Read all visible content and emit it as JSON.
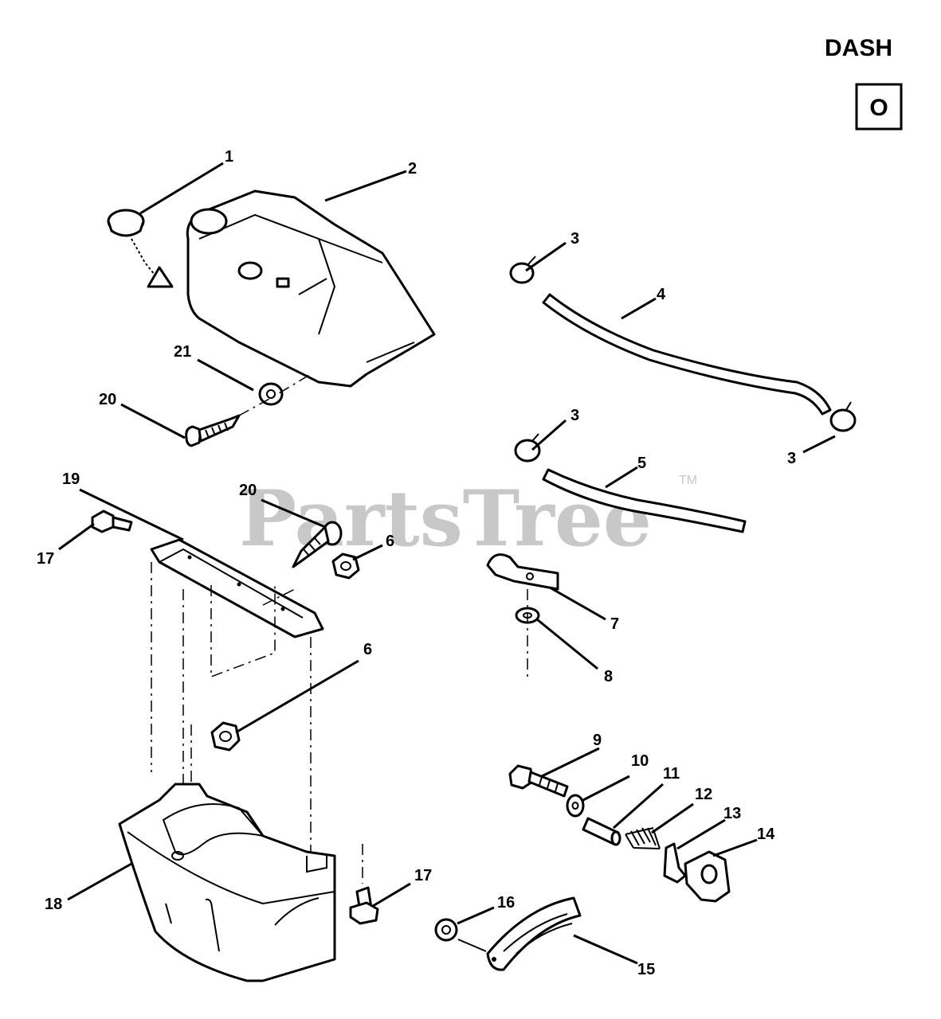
{
  "header": {
    "section": "DASH",
    "badge": "O"
  },
  "watermark": {
    "text": "PartsTree",
    "mark": "TM"
  },
  "callouts": {
    "c1": "1",
    "c2": "2",
    "c3a": "3",
    "c3b": "3",
    "c3c": "3",
    "c4": "4",
    "c5": "5",
    "c6a": "6",
    "c6b": "6",
    "c7": "7",
    "c8": "8",
    "c9": "9",
    "c10": "10",
    "c11": "11",
    "c12": "12",
    "c13": "13",
    "c14": "14",
    "c15": "15",
    "c16": "16",
    "c17a": "17",
    "c17b": "17",
    "c18": "18",
    "c19": "19",
    "c20a": "20",
    "c20b": "20",
    "c21": "21"
  }
}
